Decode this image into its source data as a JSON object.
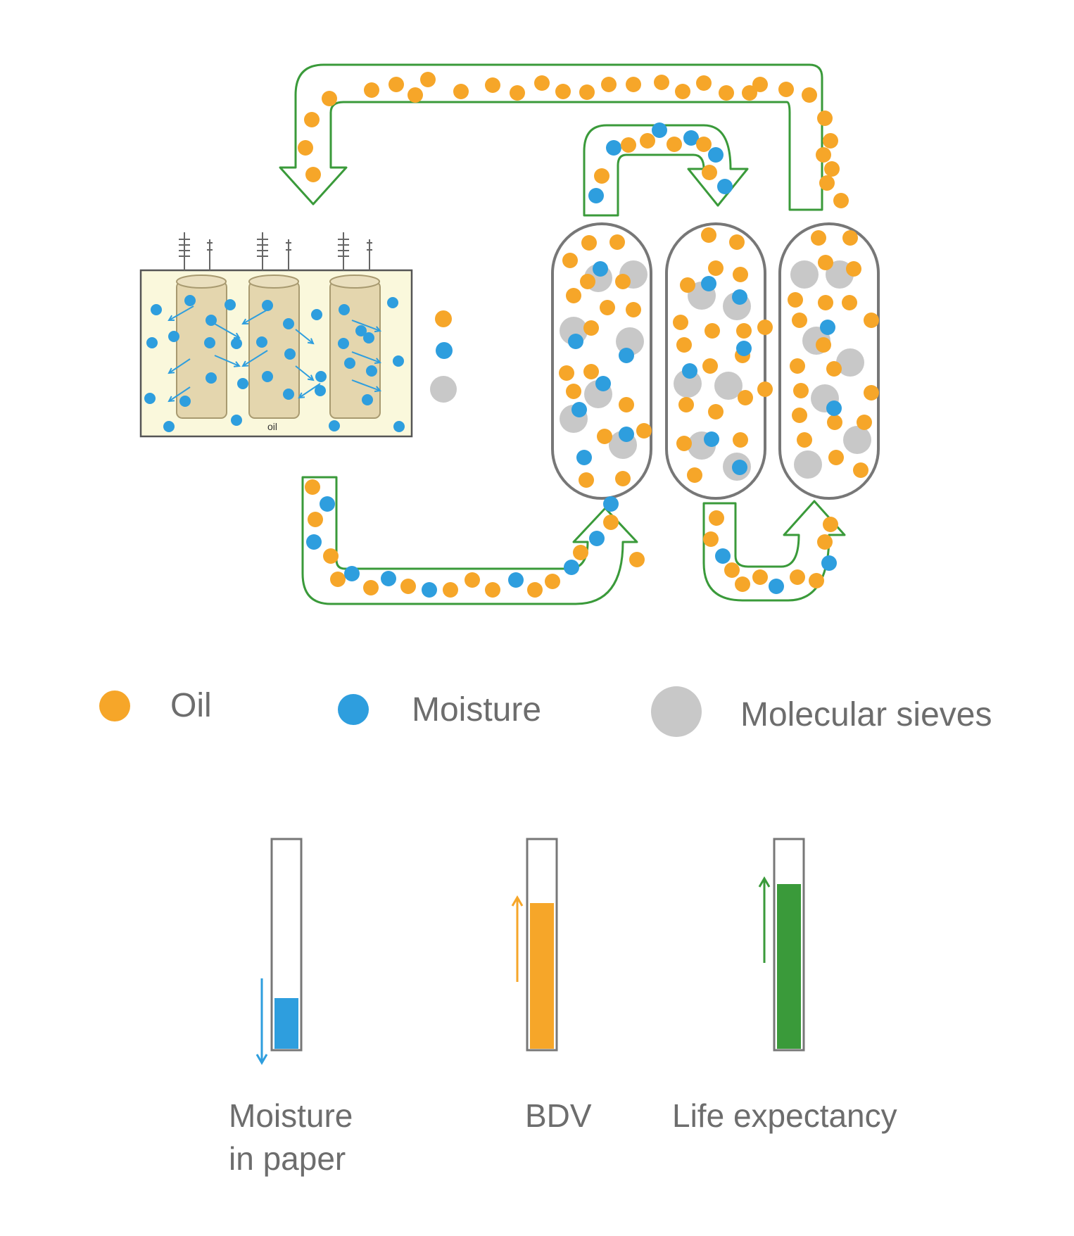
{
  "colors": {
    "oil": "#f6a629",
    "moisture": "#2e9ede",
    "sieve": "#c8c8c8",
    "pipe": "#3a9a3a",
    "tank_fill": "#faf8dc",
    "paper": "#e4d6ae",
    "outline": "#777777",
    "meter_moisture": "#2e9ede",
    "meter_bdv": "#f6a629",
    "meter_life": "#3a9a3a"
  },
  "transformer": {
    "label": "oil"
  },
  "legend": [
    {
      "key": "oil",
      "label": "Oil"
    },
    {
      "key": "moisture",
      "label": "Moisture"
    },
    {
      "key": "sieve",
      "label": "Molecular sieves"
    }
  ],
  "meters": [
    {
      "label_line1": "Moisture",
      "label_line2": "in paper",
      "level": 0.24,
      "trend": "down",
      "color_key": "meter_moisture"
    },
    {
      "label_line1": "BDV",
      "label_line2": "",
      "level": 0.69,
      "trend": "up",
      "color_key": "meter_bdv"
    },
    {
      "label_line1": "Life expectancy",
      "label_line2": "",
      "level": 0.78,
      "trend": "up",
      "color_key": "meter_life"
    }
  ]
}
